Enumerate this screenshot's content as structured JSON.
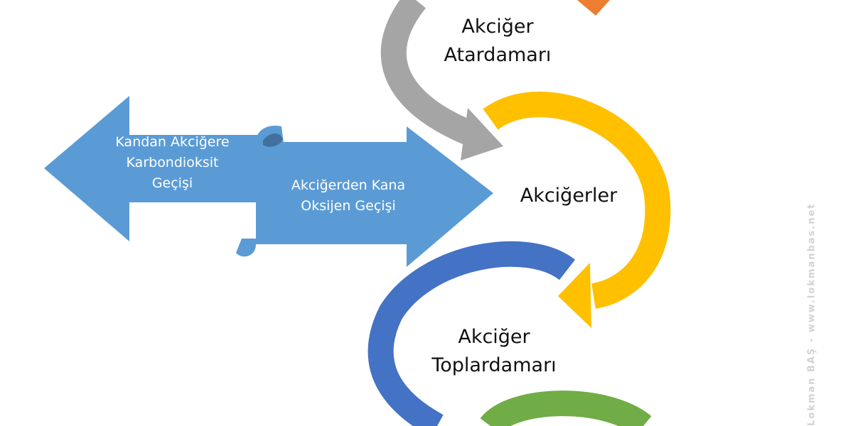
{
  "colors": {
    "orange": "#ED7D31",
    "gray": "#A5A5A5",
    "yellow": "#FFC000",
    "blue": "#4472C4",
    "green": "#70AD47",
    "light_blue": "#5B9BD5",
    "scroll_fold": "#41719C",
    "watermark": "#D2D2D2"
  },
  "nodes": {
    "pulmonary_artery": {
      "line1": "Akciğer",
      "line2": "Atardamarı"
    },
    "lungs": {
      "label": "Akciğerler"
    },
    "pulmonary_vein": {
      "line1": "Akciğer",
      "line2": "Toplardamarı"
    }
  },
  "arrows": {
    "co2": {
      "line1": "Kandan Akciğere",
      "line2": "Karbondioksit",
      "line3": "Geçişi"
    },
    "o2": {
      "line1": "Akciğerden Kana",
      "line2": "Oksijen Geçişi"
    }
  },
  "watermark": "Lokman BAŞ - www.lokmanbas.net"
}
